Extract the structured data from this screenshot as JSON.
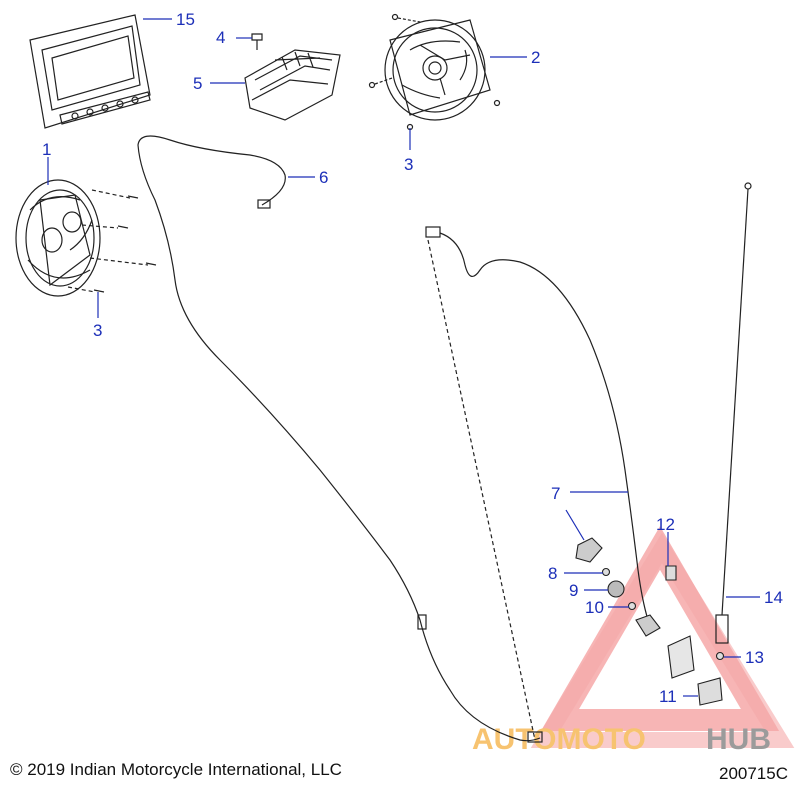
{
  "callouts": {
    "c1": "1",
    "c2": "2",
    "c3a": "3",
    "c3b": "3",
    "c4": "4",
    "c5": "5",
    "c6": "6",
    "c7": "7",
    "c8": "8",
    "c9": "9",
    "c10": "10",
    "c11": "11",
    "c12": "12",
    "c13": "13",
    "c14": "14",
    "c15": "15"
  },
  "watermark": {
    "part1": "AUTOMOTO",
    "part2": "HUB",
    "color_primary": "#f28c8c",
    "color_accent": "#f5b041",
    "color_dark": "#7a7a7a"
  },
  "footer": {
    "copyright": "© 2019 Indian Motorcycle International, LLC",
    "figure_id": "200715C"
  },
  "colors": {
    "callout": "#1c2fb8",
    "line": "#222222"
  }
}
